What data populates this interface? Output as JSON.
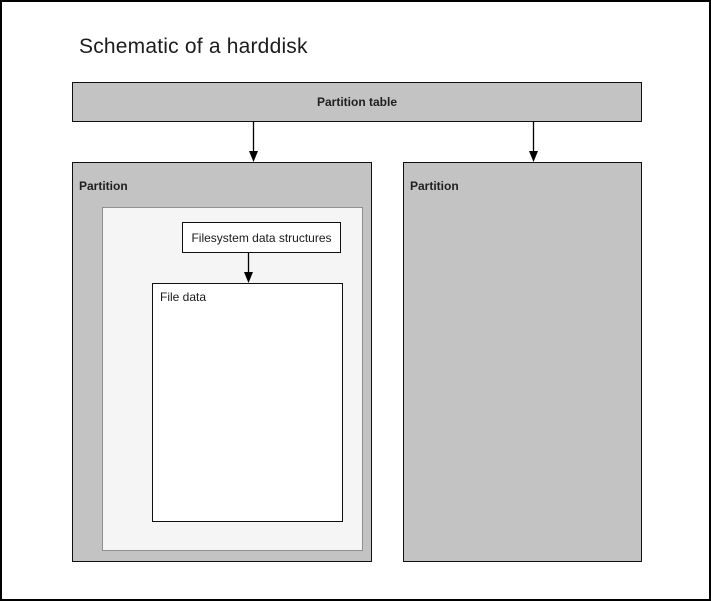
{
  "page": {
    "title": "Schematic of a harddisk"
  },
  "partition_table": {
    "label": "Partition table"
  },
  "partitions": {
    "left": {
      "label": "Partition",
      "filesystem": {
        "data_structures_label": "Filesystem data structures",
        "file_data_label": "File data"
      }
    },
    "right": {
      "label": "Partition"
    }
  },
  "colors": {
    "canvas_border": "#000000",
    "partition_fill": "#c3c3c3",
    "partition_border": "#101010",
    "filesystem_container_fill": "#f5f5f5",
    "filesystem_container_border": "#8f8f8f",
    "white_box_fill": "#ffffff",
    "white_box_border": "#101010",
    "text": "#1c1c1c",
    "arrow": "#000000"
  }
}
